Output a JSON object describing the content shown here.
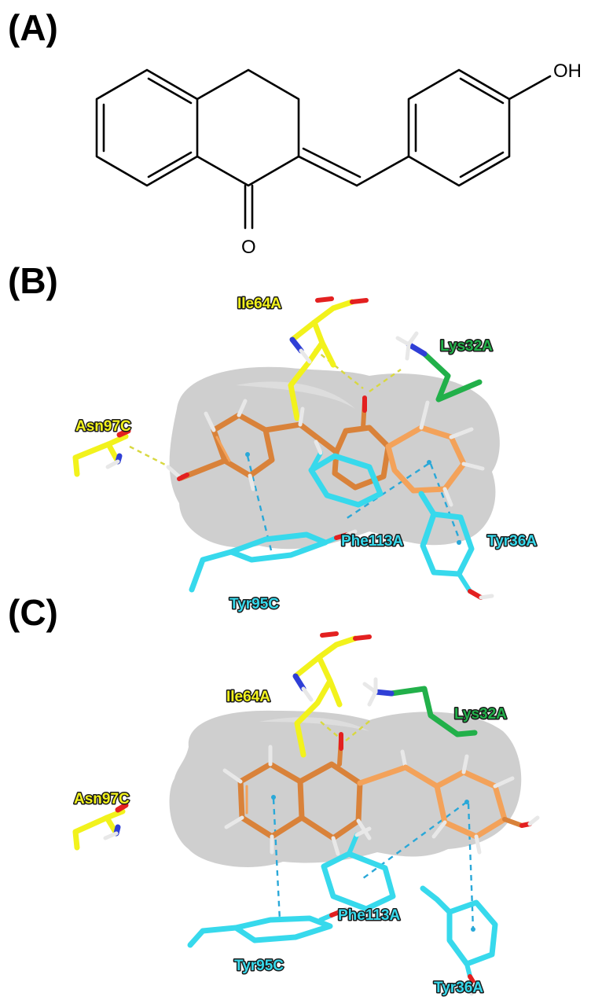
{
  "panels": {
    "a": {
      "label": "(A)",
      "oh": "OH",
      "o": "O"
    },
    "b": {
      "label": "(B)",
      "residues": {
        "ile64a": "Ile64A",
        "lys32a": "Lys32A",
        "asn97c": "Asn97C",
        "phe113a": "Phe113A",
        "tyr36a": "Tyr36A",
        "tyr95c": "Tyr95C"
      }
    },
    "c": {
      "label": "(C)",
      "residues": {
        "ile64a": "Ile64A",
        "lys32a": "Lys32A",
        "asn97c": "Asn97C",
        "phe113a": "Phe113A",
        "tyr95c": "Tyr95C",
        "tyr36a": "Tyr36A"
      }
    }
  },
  "colors": {
    "ligand": "#d9823a",
    "ligand_light": "#f3a25a",
    "ile_asn": "#f2f21c",
    "lys": "#22b04a",
    "aromatic": "#37d9ec",
    "oxygen": "#e32020",
    "nitrogen": "#2f3fd6",
    "hydrogen": "#e8e8e8",
    "surface": "#b5b5b5",
    "interaction_yellow": "#d8d840",
    "interaction_cyan": "#2aa8d8"
  }
}
